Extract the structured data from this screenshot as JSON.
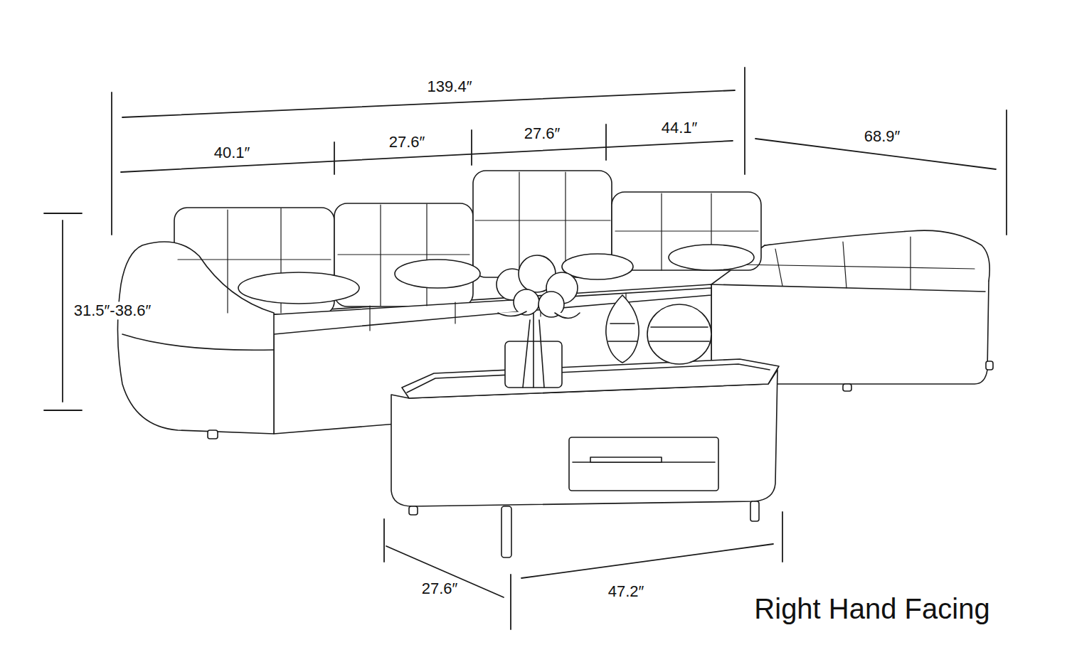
{
  "diagram": {
    "caption": "Right Hand Facing",
    "labels": [
      "139.4″",
      "40.1″",
      "27.6″",
      "27.6″",
      "44.1″",
      "68.9″",
      "31.5″-38.6″",
      "27.6″",
      "47.2″"
    ]
  }
}
